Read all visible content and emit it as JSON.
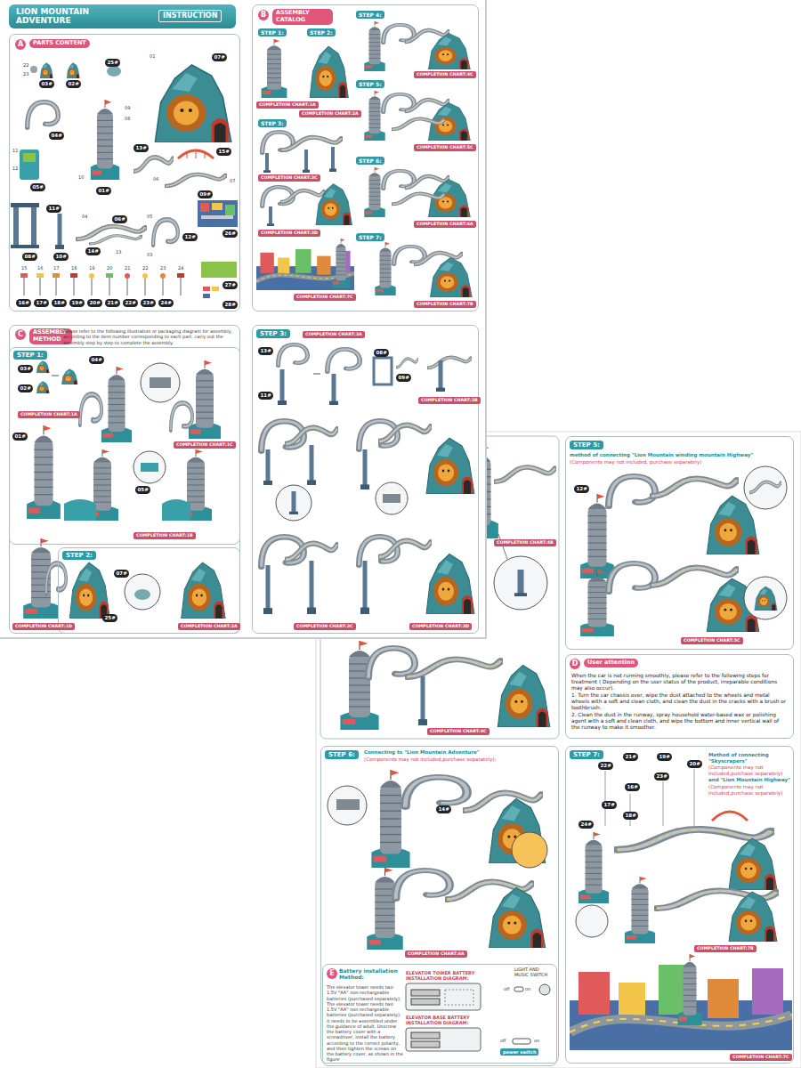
{
  "diagram": {
    "title": "LION MOUNTAIN ADVENTURE",
    "nodes": [
      {
        "text": [
          "A",
          "PARTS CONTENT"
        ]
      },
      {
        "text": [
          "B",
          "ASSEMBLY CATALOG"
        ]
      },
      {
        "text": [
          "C",
          "ASSEMBLY METHOD",
          "Please refer to the following illustration or packaging diagram for assembly, according to the item number corresponding to each part, carry out the assembly step by step to complete the assembly."
        ]
      },
      {
        "text": [
          "STEP 1:"
        ],
        "in": 2
      },
      {
        "text": [
          "STEP 2:"
        ],
        "in": 2
      },
      {
        "text": [
          "STEP 3:"
        ]
      },
      {
        "text": [
          "STEP 5:",
          "method of connecting \"Lion Mountain winding mountain Highway\"",
          "(Components may not included, purchase separately)"
        ]
      },
      {
        "text": [
          "D",
          "User attention",
          "When the car is not running smoothly, please refer to the following steps for treatment ( Depending on the user status of the product, irreparable conditions may also occur).",
          "1. Turn the car chassis over, wipe the dust attached to the wheels and metal wheels with a soft and clean cloth, and clean the dust in the cracks with a brush or toothbrush.",
          "2. Clean the dust in the runway, spray household water-based wax or polishing agent with a soft and clean cloth, and wipe the bottom and inner vertical wall of the runway to make it smoother."
        ]
      },
      {
        "text": [
          "STEP 6:",
          "Connecting to \"Lion Mountain Adventure\"",
          "(Components may not included,purchase separately):"
        ]
      },
      {
        "text": [
          "E",
          "Battery installation Method:",
          "The elevator tower needs two 1.5V \"AA\" non-rechargeable batteries (purchased separately); The elevator tower needs two 1.5V \"AA\" non rechargeable batteries (purchased separately); it needs to be assembled under the guidance of adult. Unscrew the battery cover with a screwdriver, install the battery according to the correct polarity, and then tighten the screws on the battery cover, as shown in the figure"
        ],
        "in": 8
      },
      {
        "text": [
          "STEP 7:",
          "Method of connecting \"Skyscrapers\"",
          "(Components may not included,purchase separately)",
          "and \"Lion Mountain Highway\"",
          "(Components may not included,purchase separately)"
        ]
      }
    ],
    "labels": [
      "INSTRUCTION",
      "22",
      "23",
      "03#",
      "02#",
      "25#",
      "01",
      "07#",
      "04#",
      "09",
      "08",
      "11",
      "12",
      "05#",
      "10",
      "01#",
      "13#",
      "15#",
      "06",
      "09#",
      "07",
      "11#",
      "04",
      "06#",
      "05",
      "12#",
      "26#",
      "08#",
      "10#",
      "14#",
      "13",
      "03",
      "27#",
      "15",
      "16",
      "17",
      "18",
      "19",
      "20",
      "21",
      "22",
      "23",
      "24",
      "16#",
      "17#",
      "18#",
      "19#",
      "20#",
      "21#",
      "22#",
      "23#",
      "24#",
      "28#",
      "STEP 1:",
      "STEP 2:",
      "COMPLETION CHART:1A",
      "COMPLETION CHART:2A",
      "STEP 3:",
      "COMPLETION CHART:3C",
      "COMPLETION CHART:3D",
      "STEP 4:",
      "COMPLETION CHART:4C",
      "STEP 5:",
      "COMPLETION CHART:5C",
      "STEP 6:",
      "COMPLETION CHART:6A",
      "STEP 7:",
      "COMPLETION CHART:7C",
      "COMPLETION CHART:7B",
      "03#",
      "02#",
      "COMPLETION CHART:1A",
      "04#",
      "COMPLETION CHART:1C",
      "01#",
      "05#",
      "COMPLETION CHART:1B",
      "COMPLETION CHART:1D",
      "07#",
      "25#",
      "COMPLETION CHART:2A",
      "COMPLETION CHART:3A",
      "13#",
      "11#",
      "08#",
      "09#",
      "COMPLETION CHART:3B",
      "COMPLETION CHART:3C",
      "COMPLETION CHART:3D",
      "COMPLETION CHART:4B",
      "COMPLETION CHART:4C",
      "12#",
      "COMPLETION CHART:5C",
      "14#",
      "COMPLETION CHART:6A",
      "LIGHT AND MUSIC SWITCH",
      "off",
      "on",
      "ELEVATOR TOWER BATTERY INSTALLATION DIAGRAM:",
      "ELEVATOR BASE BATTERY INSTALLATION DIAGRAM:",
      "off",
      "on",
      "power switch",
      "22#",
      "21#",
      "19#",
      "20#",
      "23#",
      "16#",
      "17#",
      "18#",
      "24#",
      "COMPLETION CHART:7B",
      "COMPLETION CHART:7C"
    ]
  }
}
